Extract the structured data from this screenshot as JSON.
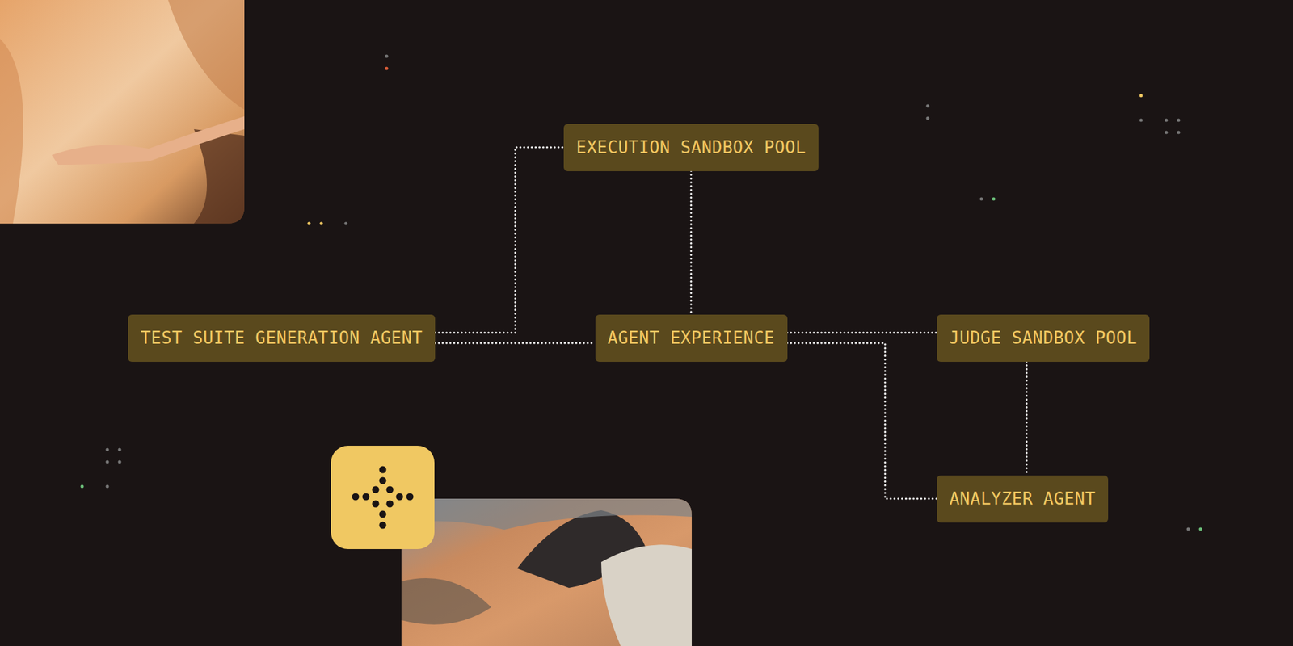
{
  "diagram": {
    "nodes": [
      {
        "text": [
          "EXECUTION SANDBOX POOL"
        ]
      },
      {
        "text": [
          "TEST SUITE GENERATION AGENT"
        ]
      },
      {
        "text": [
          "AGENT EXPERIENCE"
        ]
      },
      {
        "text": [
          "JUDGE SANDBOX POOL"
        ]
      },
      {
        "text": [
          "ANALYZER AGENT"
        ]
      }
    ],
    "edges": [
      {
        "from": 1,
        "to": 0,
        "arrow": "none"
      },
      {
        "from": 1,
        "to": 2,
        "arrow": "none"
      },
      {
        "from": 0,
        "to": 2,
        "arrow": "none"
      },
      {
        "from": 2,
        "to": 3,
        "arrow": "none"
      },
      {
        "from": 2,
        "to": 4,
        "arrow": "none"
      },
      {
        "from": 3,
        "to": 4,
        "arrow": "none"
      }
    ]
  }
}
